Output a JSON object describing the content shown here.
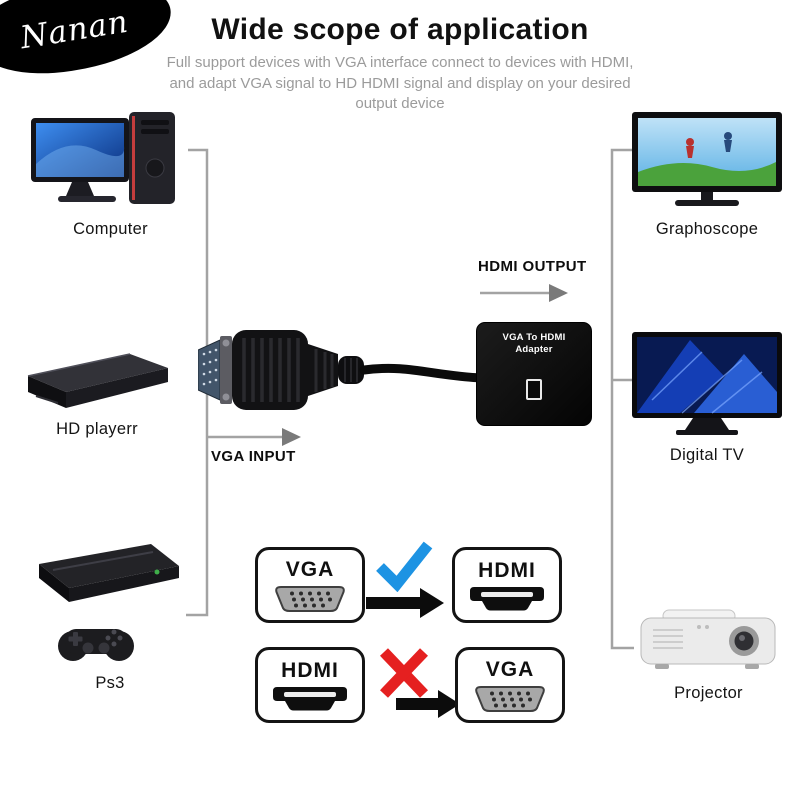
{
  "brand": {
    "name": "Nanan"
  },
  "header": {
    "title": "Wide scope of application",
    "subtitle": "Full support devices with VGA interface connect to devices with HDMI, and adapt VGA signal to HD HDMI signal and display on your desired output device"
  },
  "left_devices": [
    {
      "label": "Computer"
    },
    {
      "label": "HD playerr"
    },
    {
      "label": "Ps3"
    }
  ],
  "right_devices": [
    {
      "label": "Graphoscope"
    },
    {
      "label": "Digital TV"
    },
    {
      "label": "Projector"
    }
  ],
  "adapter": {
    "label": "VGA To HDMI Adapter"
  },
  "flow": {
    "input": "VGA INPUT",
    "output": "HDMI OUTPUT"
  },
  "compatibility": [
    {
      "from": "VGA",
      "to": "HDMI",
      "result": "supported",
      "icon": "check-icon"
    },
    {
      "from": "HDMI",
      "to": "VGA",
      "result": "not-supported",
      "icon": "cross-icon"
    }
  ],
  "colors": {
    "check": "#1d93e3",
    "cross": "#e52020",
    "line": "#a0a0a0"
  }
}
